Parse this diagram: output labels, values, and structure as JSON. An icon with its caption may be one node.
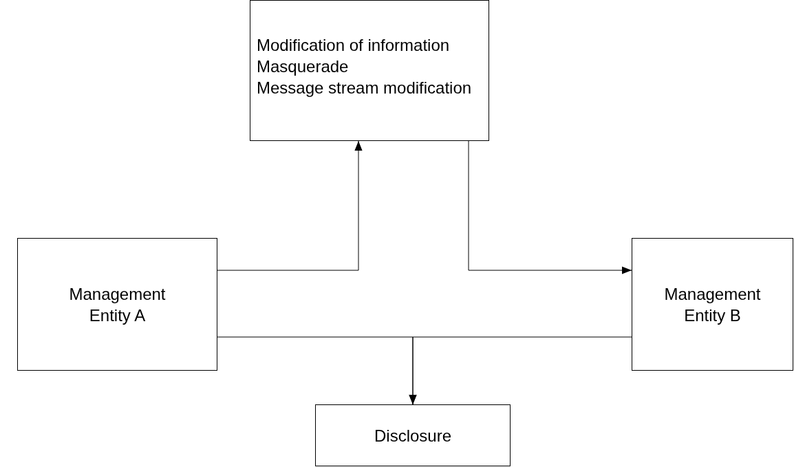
{
  "diagram": {
    "nodes": [
      {
        "text": [
          "Modification of information",
          "Masquerade",
          "Message stream modification"
        ]
      },
      {
        "text": [
          "Management Entity A"
        ]
      },
      {
        "text": [
          "Management Entity B"
        ]
      },
      {
        "text": [
          "Disclosure"
        ]
      }
    ],
    "edges": [
      {
        "from": 1,
        "to": 0,
        "arrow": "to"
      },
      {
        "from": 0,
        "to": 2,
        "arrow": "to"
      },
      {
        "from": 1,
        "to": 3,
        "arrow": "to"
      },
      {
        "from": 2,
        "to": 3,
        "arrow": "to"
      }
    ]
  }
}
